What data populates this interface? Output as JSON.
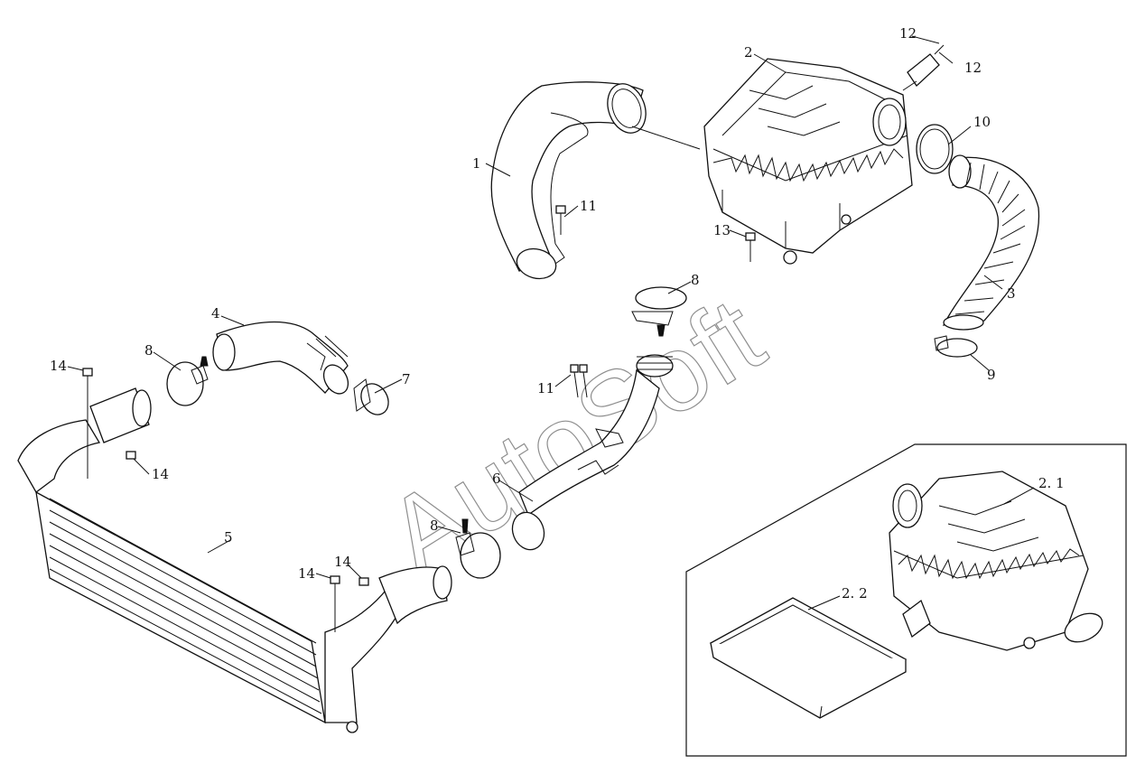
{
  "watermark": "AutoSoft",
  "callouts": {
    "c1": "1",
    "c2": "2",
    "c3": "3",
    "c4": "4",
    "c5": "5",
    "c6": "6",
    "c7": "7",
    "c8a": "8",
    "c8b": "8",
    "c8c": "8",
    "c9": "9",
    "c10": "10",
    "c11a": "11",
    "c11b": "11",
    "c12a": "12",
    "c12b": "12",
    "c13": "13",
    "c14a": "14",
    "c14b": "14",
    "c14c": "14",
    "c14d": "14",
    "c21": "2. 1",
    "c22": "2. 2"
  }
}
